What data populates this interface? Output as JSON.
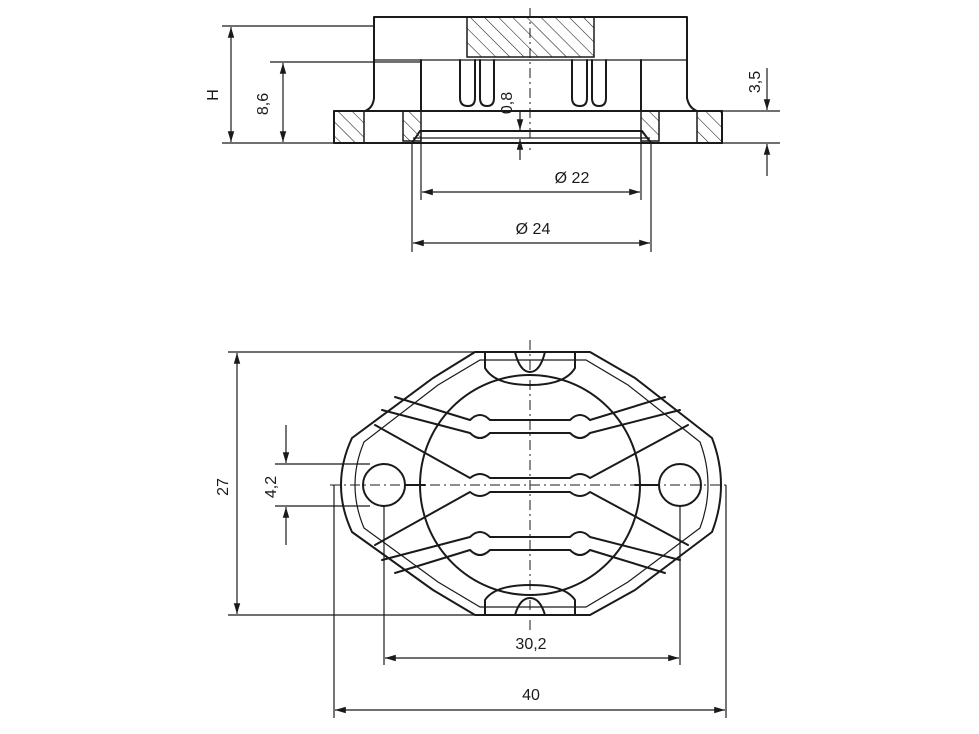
{
  "labels": {
    "H": "H",
    "d8_6": "8,6",
    "d0_8": "0,8",
    "d3_5": "3,5",
    "dia22": "Ø 22",
    "dia24": "Ø 24",
    "d27": "27",
    "d4_2": "4,2",
    "d30_2": "30,2",
    "d40": "40"
  },
  "colors": {
    "ink": "#1a1a1a",
    "paper": "#ffffff"
  }
}
